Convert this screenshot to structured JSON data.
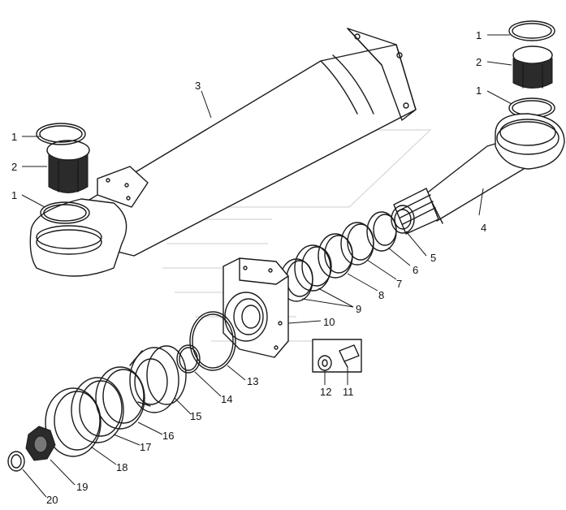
{
  "diagram": {
    "callouts": {
      "c1a": "1",
      "c2a": "2",
      "c1b": "1",
      "c3": "3",
      "c1c": "1",
      "c2b": "2",
      "c1d": "1",
      "c4": "4",
      "c5": "5",
      "c6": "6",
      "c7": "7",
      "c8": "8",
      "c9": "9",
      "c10": "10",
      "c11": "11",
      "c12": "12",
      "c13": "13",
      "c14": "14",
      "c15": "15",
      "c16": "16",
      "c17": "17",
      "c18": "18",
      "c19": "19",
      "c20": "20"
    }
  }
}
